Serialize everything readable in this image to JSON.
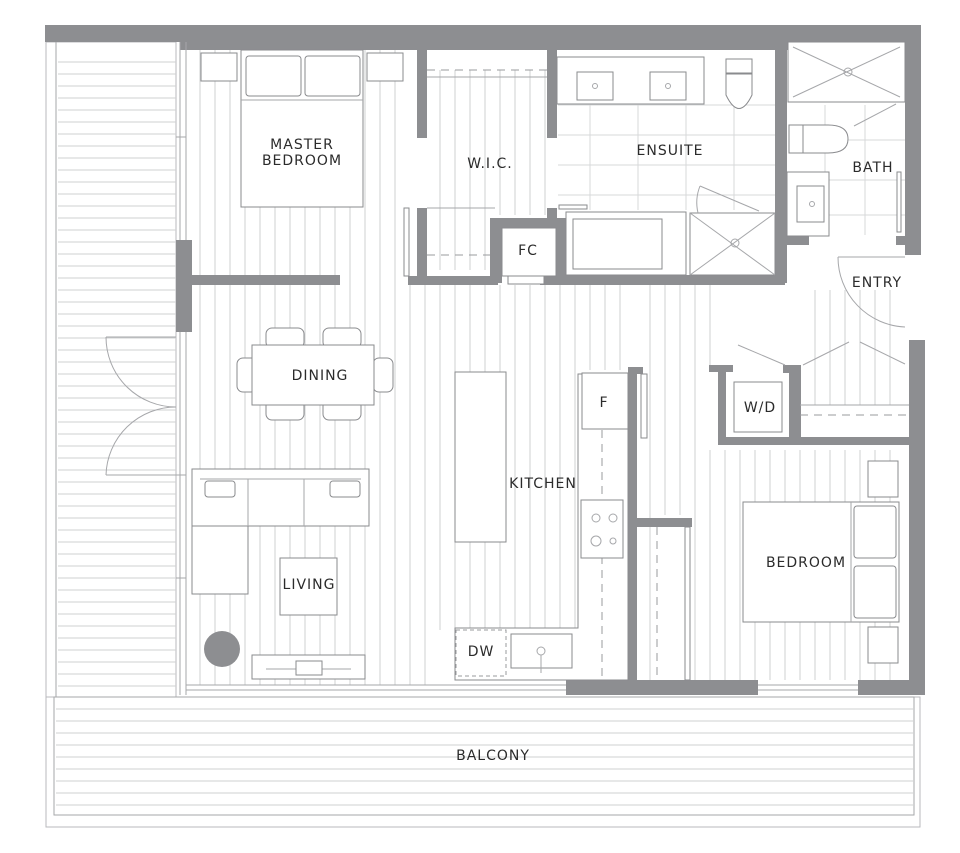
{
  "plan": {
    "type": "residential-floor-plan",
    "wall_color": "#8d8e91",
    "line_color": "#a6a7aa",
    "rooms": {
      "master_bedroom": "MASTER\nBEDROOM",
      "master_bedroom_line1": "MASTER",
      "master_bedroom_line2": "BEDROOM",
      "wic": "W.I.C.",
      "fc": "FC",
      "ensuite": "ENSUITE",
      "bath": "BATH",
      "entry": "ENTRY",
      "dining": "DINING",
      "kitchen": "KITCHEN",
      "fridge": "F",
      "washer_dryer": "W/D",
      "living": "LIVING",
      "dishwasher": "DW",
      "bedroom": "BEDROOM",
      "balcony": "BALCONY"
    }
  }
}
